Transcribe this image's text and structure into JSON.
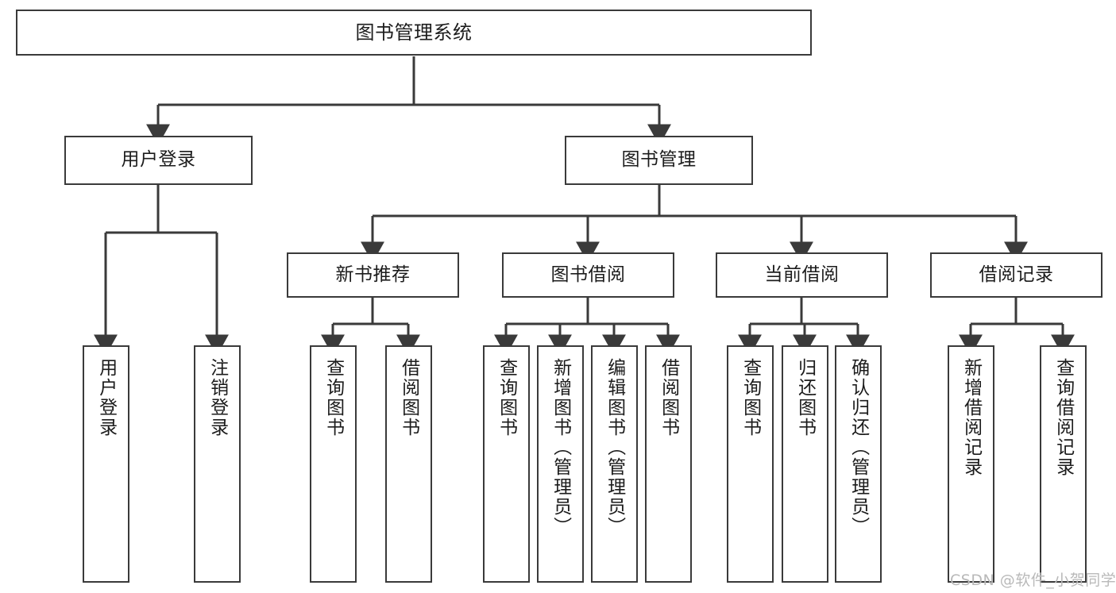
{
  "diagram": {
    "title": "图书管理系统",
    "type": "tree",
    "stroke_color": "#3a3a3a",
    "text_color": "#1c1c1c",
    "background_color": "#ffffff",
    "root": {
      "id": "root",
      "label": "图书管理系统"
    },
    "level2": [
      {
        "id": "user-login",
        "label": "用户登录"
      },
      {
        "id": "book-manage",
        "label": "图书管理"
      }
    ],
    "level3": [
      {
        "id": "new-book-recommend",
        "label": "新书推荐",
        "parent": "book-manage"
      },
      {
        "id": "book-borrow",
        "label": "图书借阅",
        "parent": "book-manage"
      },
      {
        "id": "current-borrow",
        "label": "当前借阅",
        "parent": "book-manage"
      },
      {
        "id": "borrow-record",
        "label": "借阅记录",
        "parent": "book-manage"
      }
    ],
    "leaves": [
      {
        "id": "leaf-user-login",
        "label": "用户登录",
        "parent": "user-login"
      },
      {
        "id": "leaf-user-logout",
        "label": "注销登录",
        "parent": "user-login"
      },
      {
        "id": "leaf-query-book-1",
        "label": "查询图书",
        "parent": "new-book-recommend"
      },
      {
        "id": "leaf-borrow-book-1",
        "label": "借阅图书",
        "parent": "new-book-recommend"
      },
      {
        "id": "leaf-query-book-2",
        "label": "查询图书",
        "parent": "book-borrow"
      },
      {
        "id": "leaf-add-book",
        "label": "新增图书（管理员）",
        "parent": "book-borrow"
      },
      {
        "id": "leaf-edit-book",
        "label": "编辑图书（管理员）",
        "parent": "book-borrow"
      },
      {
        "id": "leaf-borrow-book-2",
        "label": "借阅图书",
        "parent": "book-borrow"
      },
      {
        "id": "leaf-query-book-3",
        "label": "查询图书",
        "parent": "current-borrow"
      },
      {
        "id": "leaf-return-book",
        "label": "归还图书",
        "parent": "current-borrow"
      },
      {
        "id": "leaf-confirm-return",
        "label": "确认归还（管理员）",
        "parent": "current-borrow"
      },
      {
        "id": "leaf-add-record",
        "label": "新增借阅记录",
        "parent": "borrow-record"
      },
      {
        "id": "leaf-query-record",
        "label": "查询借阅记录",
        "parent": "borrow-record"
      }
    ]
  },
  "watermark": {
    "text": "CSDN @软件_小贺同学"
  }
}
